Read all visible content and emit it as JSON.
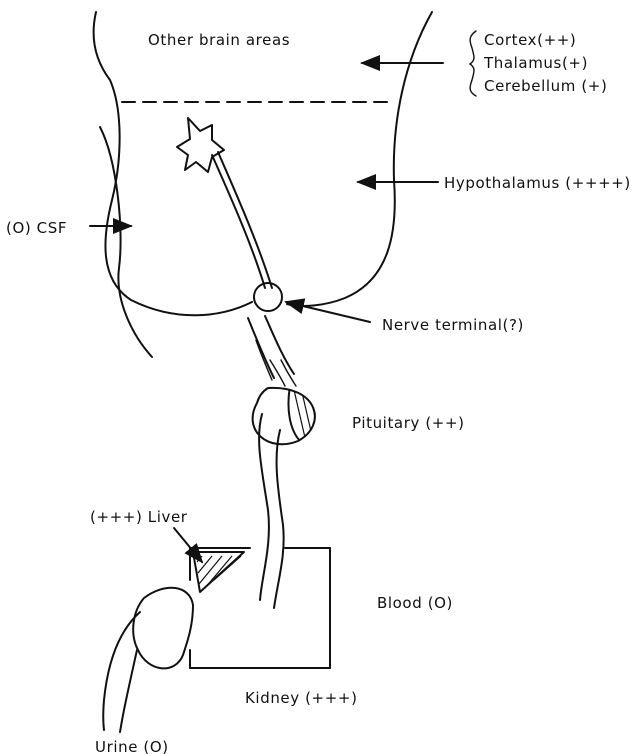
{
  "labels": {
    "other_brain_areas": "Other brain areas",
    "cortex": "Cortex(++)",
    "thalamus": "Thalamus(+)",
    "cerebellum": "Cerebellum (+)",
    "hypothalamus": "Hypothalamus (++++)",
    "csf": "(O) CSF",
    "nerve_terminal": "Nerve terminal(?)",
    "pituitary": "Pituitary (++)",
    "liver": "(+++) Liver",
    "blood": "Blood (O)",
    "kidney": "Kidney (+++)",
    "urine": "Urine (O)"
  }
}
